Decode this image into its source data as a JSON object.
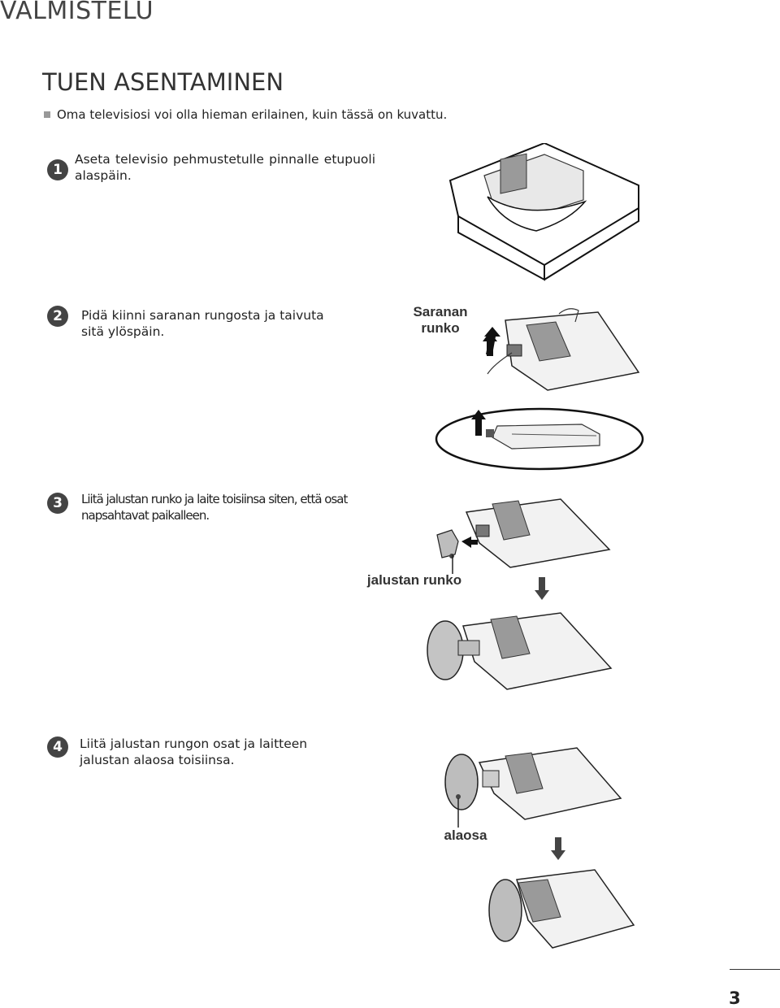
{
  "section_header": "VALMISTELU",
  "title": "TUEN ASENTAMINEN",
  "note": "Oma televisiosi voi olla hieman erilainen, kuin tässä on kuvattu.",
  "steps": [
    {
      "number": "1",
      "text": "Aseta televisio pehmustetulle pinnalle etupuoli alaspäin."
    },
    {
      "number": "2",
      "text": "Pidä kiinni saranan rungosta ja taivuta sitä ylöspäin."
    },
    {
      "number": "3",
      "text": "Liitä jalustan runko ja laite toisiinsa siten, että osat napsahtavat paikalleen."
    },
    {
      "number": "4",
      "text": "Liitä jalustan rungon osat ja laitteen jalustan alaosa toisiinsa."
    }
  ],
  "labels": {
    "hinge_body": "Saranan runko",
    "stand_body": "jalustan runko",
    "bottom": "alaosa"
  },
  "page_number": "3"
}
